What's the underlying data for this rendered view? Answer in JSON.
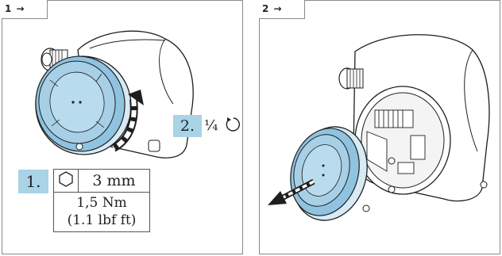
{
  "panels": [
    {
      "step_number": "1",
      "step_arrow": "→",
      "step1_label": "1.",
      "step2_label": "2.",
      "rotation_text": "¼",
      "tool_size": "3 mm",
      "torque_metric": "1,5 Nm",
      "torque_imperial": "(1.1 lbf ft)",
      "icons": [
        "hex-key-icon",
        "rotate-counterclockwise-icon",
        "rotation-arrow-icon"
      ]
    },
    {
      "step_number": "2",
      "step_arrow": "→",
      "icons": [
        "pull-off-arrow-icon"
      ]
    }
  ],
  "colors": {
    "highlight_blue": "#a9d3e6",
    "cover_blue": "#8fc3e0",
    "outline": "#1e1e1e"
  }
}
